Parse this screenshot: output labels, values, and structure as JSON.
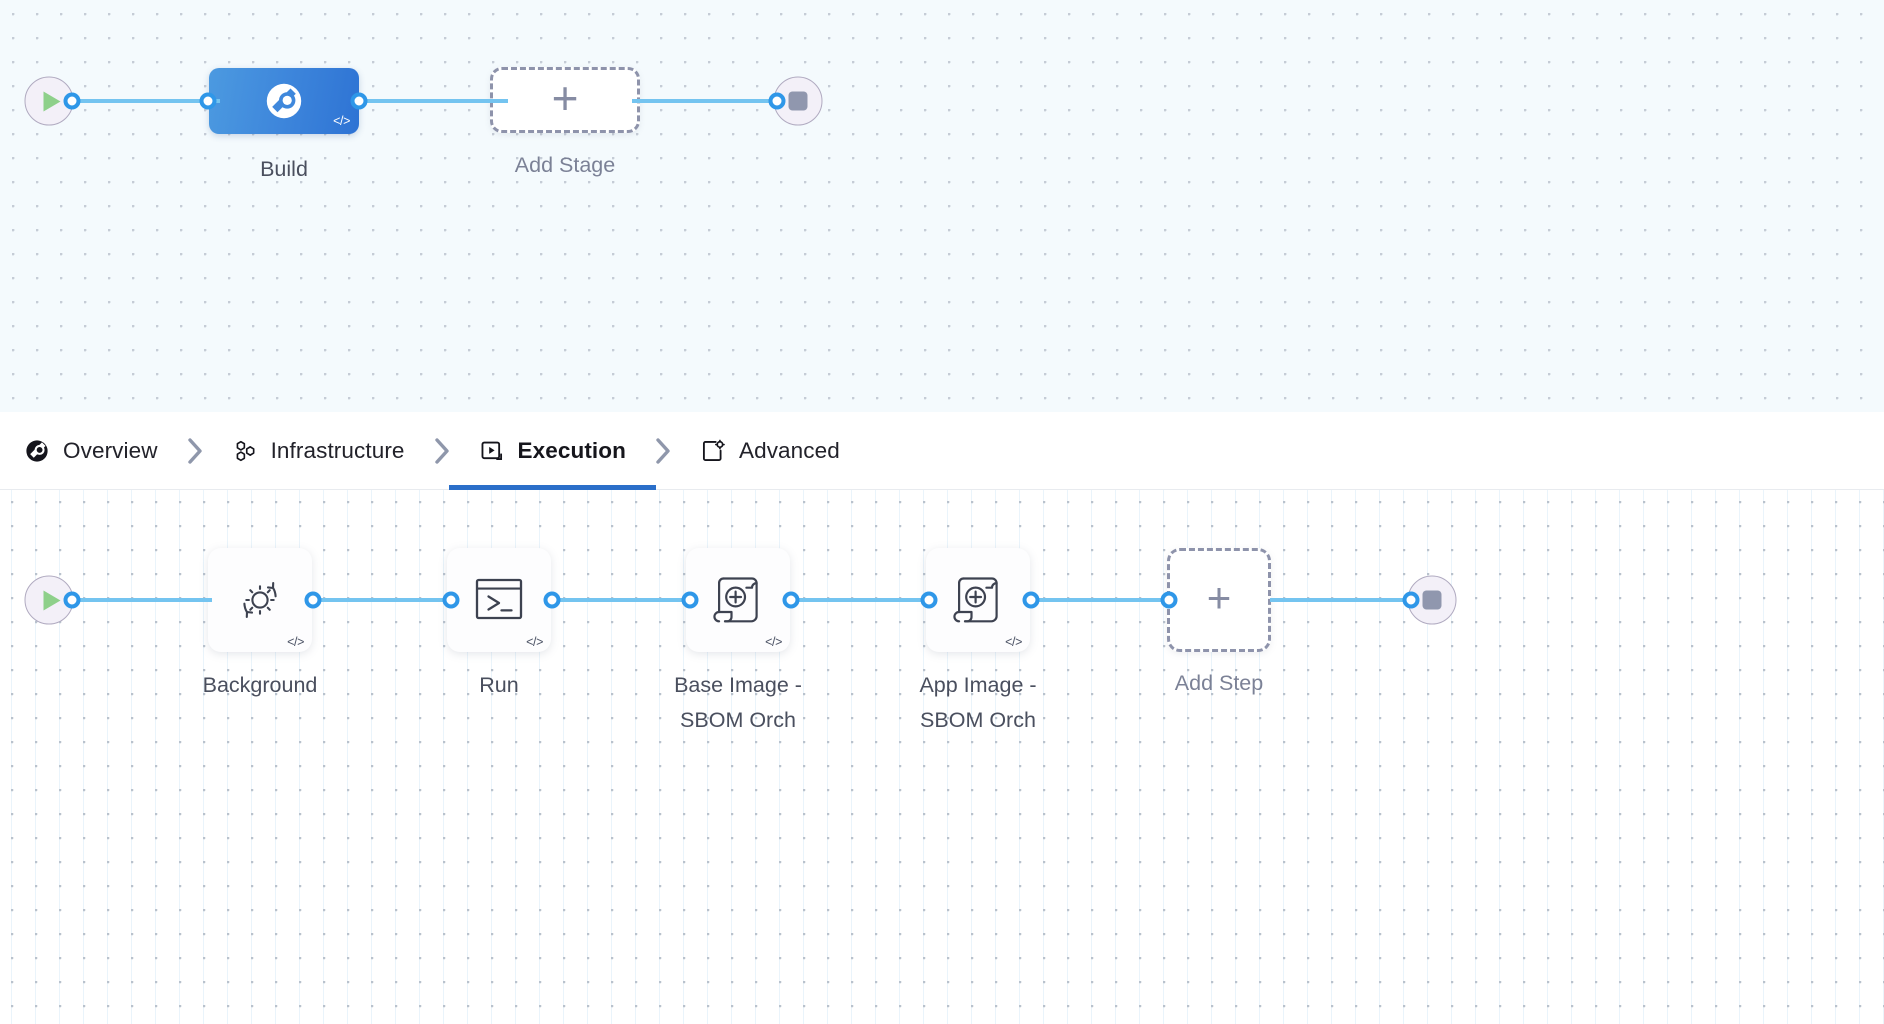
{
  "stage_canvas": {
    "start_node": {
      "name": "pipeline-start",
      "icon": "play-icon"
    },
    "end_node": {
      "name": "pipeline-end",
      "icon": "stop-icon"
    },
    "stages": [
      {
        "label": "Build",
        "icon": "ci-build-icon",
        "badge": "</>",
        "selected": true
      },
      {
        "label": "Add Stage",
        "icon": "plus-icon",
        "badge": "",
        "selected": false
      }
    ]
  },
  "tabs": {
    "items": [
      {
        "label": "Overview",
        "icon": "overview-icon",
        "active": false
      },
      {
        "label": "Infrastructure",
        "icon": "infrastructure-icon",
        "active": false
      },
      {
        "label": "Execution",
        "icon": "execution-icon",
        "active": true
      },
      {
        "label": "Advanced",
        "icon": "advanced-icon",
        "active": false
      }
    ],
    "separator": "chevron-right-icon"
  },
  "step_canvas": {
    "start_node": {
      "name": "execution-start",
      "icon": "play-icon"
    },
    "end_node": {
      "name": "execution-end",
      "icon": "stop-icon"
    },
    "steps": [
      {
        "label": "Background",
        "icon": "gear-refresh-icon",
        "badge": "</>"
      },
      {
        "label": "Run",
        "icon": "terminal-icon",
        "badge": "</>"
      },
      {
        "label": "Base Image -\nSBOM Orch",
        "icon": "sbom-scroll-icon",
        "badge": "</>"
      },
      {
        "label": "App Image -\nSBOM Orch",
        "icon": "sbom-scroll-icon",
        "badge": "</>"
      },
      {
        "label": "Add Step",
        "icon": "plus-icon",
        "badge": ""
      }
    ]
  },
  "colors": {
    "accent_blue": "#2f97e8",
    "link_blue": "#74c4f0",
    "stage_blue": "#3f88dc",
    "tab_active_underline": "#2b6fc9",
    "dashed_border": "#8e93ab",
    "play_green": "#8ed08a",
    "stop_gray": "#9097ae",
    "stage_canvas_bg": "#f4fafd",
    "step_canvas_bg": "#ffffff"
  }
}
